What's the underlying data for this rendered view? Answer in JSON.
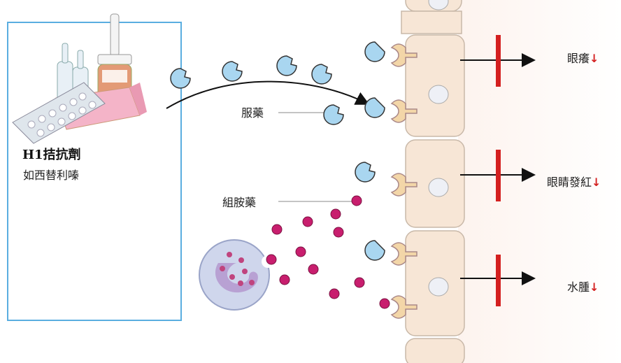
{
  "left_panel": {
    "title": "H1拮抗劑",
    "subtitle": "如西替利嗪"
  },
  "labels": {
    "drug": "服藥",
    "histamine": "組胺藥"
  },
  "effects": [
    {
      "text": "眼癢",
      "arrow": "↓"
    },
    {
      "text": "眼睛發紅",
      "arrow": "↓"
    },
    {
      "text": "水腫",
      "arrow": "↓"
    }
  ],
  "colors": {
    "box_border": "#5aaee0",
    "antihistamine": "#a9d6f0",
    "histamine_dot": "#c81e6e",
    "receptor": "#f3d6a8",
    "cell": "#f7e6d6",
    "block_bar": "#d42020"
  }
}
